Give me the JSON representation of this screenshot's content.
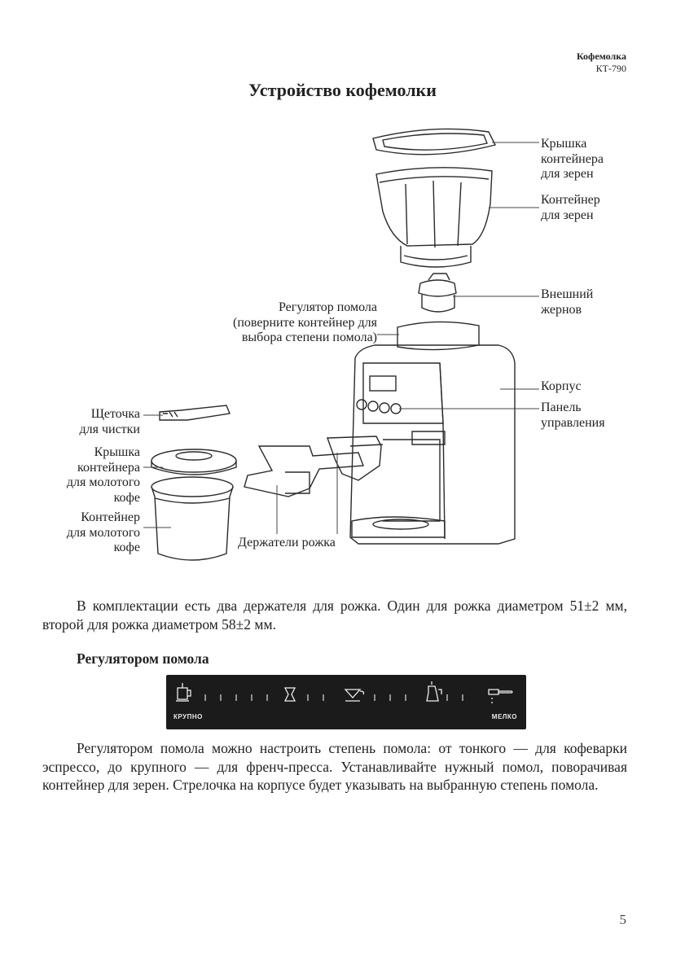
{
  "header": {
    "product": "Кофемолка",
    "model": "КТ-790"
  },
  "title": "Устройство кофемолки",
  "labels": {
    "bean_lid": [
      "Крышка",
      "контейнера",
      "для зерен"
    ],
    "bean_container": [
      "Контейнер",
      "для зерен"
    ],
    "outer_burr": [
      "Внешний",
      "жернов"
    ],
    "grind_regulator": [
      "Регулятор помола",
      "(поверните контейнер для",
      "выбора степени помола)"
    ],
    "body": [
      "Корпус"
    ],
    "control_panel": [
      "Панель",
      "управления"
    ],
    "brush": [
      "Щеточка",
      "для чистки"
    ],
    "ground_lid": [
      "Крышка",
      "контейнера",
      "для молотого",
      "кофе"
    ],
    "ground_container": [
      "Контейнер",
      "для молотого",
      "кофе"
    ],
    "holders": [
      "Держатели рожка"
    ]
  },
  "paragraph1": "В комплектации есть два держателя для рожка. Один для рожка диаметром 51±2 мм, второй для рожка диаметром 58±2 мм.",
  "section_heading": "Регулятором помола",
  "scale": {
    "coarse_label": "КРУПНО",
    "fine_label": "МЕЛКО"
  },
  "paragraph2": "Регулятором помола можно настроить степень помола: от тонкого — для кофеварки эспрессо, до крупного — для френч-пресса. Устанавливайте нужный помол, поворачивая контейнер для зерен. Стрелочка на корпусе будет указывать на выбранную степень помола.",
  "page_number": "5"
}
